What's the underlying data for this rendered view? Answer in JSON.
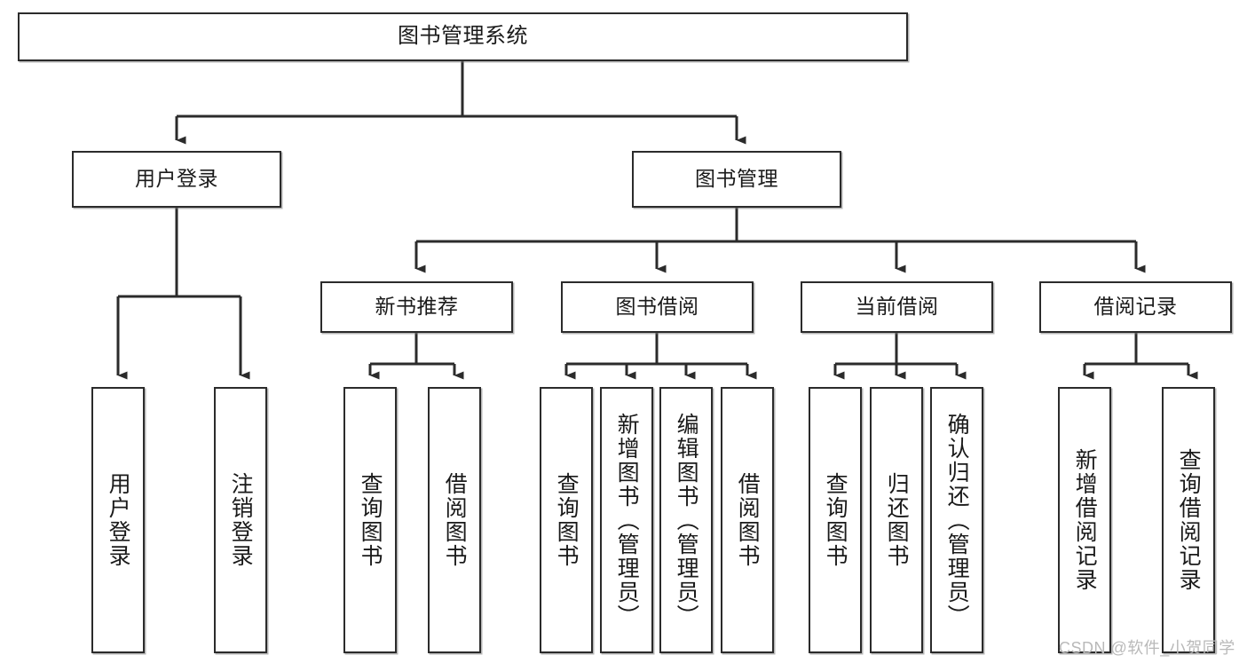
{
  "diagram": {
    "title": "图书管理系统",
    "type": "tree-hierarchy-diagram",
    "colors": {
      "box_border": "#2b2b2b",
      "box_fill": "#ffffff",
      "connector": "#2b2b2b",
      "text": "#1a1a1a",
      "watermark": "#b9b9b9"
    },
    "root": {
      "label": "图书管理系统"
    },
    "level1": [
      {
        "label": "用户登录"
      },
      {
        "label": "图书管理"
      }
    ],
    "level2": [
      {
        "label": "新书推荐"
      },
      {
        "label": "图书借阅"
      },
      {
        "label": "当前借阅"
      },
      {
        "label": "借阅记录"
      }
    ],
    "leaves": {
      "user_login": [
        {
          "label": "用户登录"
        },
        {
          "label": "注销登录"
        }
      ],
      "new_book_recommend": [
        {
          "label": "查询图书"
        },
        {
          "label": "借阅图书"
        }
      ],
      "book_borrow": [
        {
          "label": "查询图书"
        },
        {
          "label": "新增图书（管理员）"
        },
        {
          "label": "编辑图书（管理员）"
        },
        {
          "label": "借阅图书"
        }
      ],
      "current_borrow": [
        {
          "label": "查询图书"
        },
        {
          "label": "归还图书"
        },
        {
          "label": "确认归还（管理员）"
        }
      ],
      "borrow_record": [
        {
          "label": "新增借阅记录"
        },
        {
          "label": "查询借阅记录"
        }
      ]
    }
  },
  "watermark": {
    "text": "CSDN @软件_小贺同学"
  }
}
